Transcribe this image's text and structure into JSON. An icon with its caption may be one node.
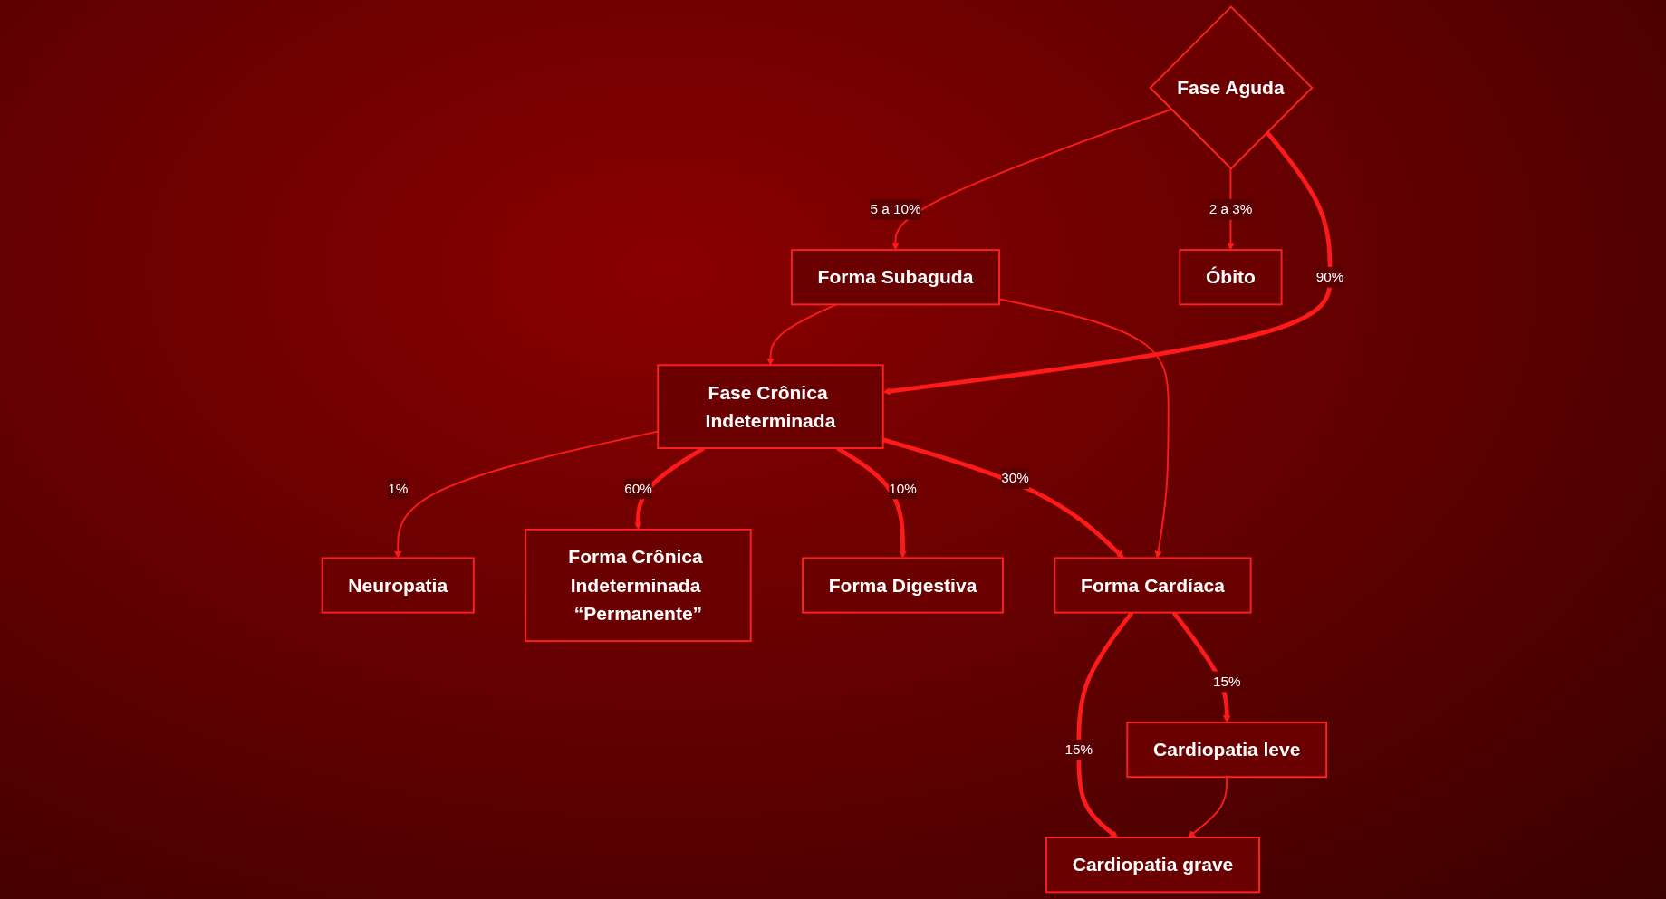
{
  "diagram": {
    "nodes": [
      {
        "text": [
          "Fase Aguda"
        ]
      },
      {
        "text": [
          "Forma Subaguda"
        ]
      },
      {
        "text": [
          "Óbito"
        ]
      },
      {
        "text": [
          "Fase Crônica Indeterminada"
        ]
      },
      {
        "text": [
          "Neuropatia"
        ]
      },
      {
        "text": [
          "Forma Crônica Indeterminada “Permanente”"
        ]
      },
      {
        "text": [
          "Forma Cardíaca"
        ]
      },
      {
        "text": [
          "Forma Digestiva"
        ]
      },
      {
        "text": [
          "Cardiopatia grave"
        ]
      },
      {
        "text": [
          "Cardiopatia leve"
        ]
      }
    ],
    "edges": [
      {
        "from": 0,
        "to": 1,
        "arrow": "to",
        "label": "5 a 10%"
      },
      {
        "from": 0,
        "to": 2,
        "arrow": "to",
        "label": "2 a 3%"
      },
      {
        "from": 0,
        "to": 3,
        "arrow": "to",
        "label": "90%",
        "style": "thick"
      },
      {
        "from": 1,
        "to": 3,
        "arrow": "to"
      },
      {
        "from": 1,
        "to": 6,
        "arrow": "to"
      },
      {
        "from": 3,
        "to": 4,
        "arrow": "to",
        "label": "1%"
      },
      {
        "from": 3,
        "to": 5,
        "arrow": "to",
        "label": "60%",
        "style": "thick"
      },
      {
        "from": 3,
        "to": 7,
        "arrow": "to",
        "label": "10%",
        "style": "thick"
      },
      {
        "from": 3,
        "to": 6,
        "arrow": "to",
        "label": "30%",
        "style": "thick"
      },
      {
        "from": 6,
        "to": 8,
        "arrow": "to",
        "label": "15%",
        "style": "thick"
      },
      {
        "from": 6,
        "to": 9,
        "arrow": "to",
        "label": "15%",
        "style": "thick"
      },
      {
        "from": 9,
        "to": 8,
        "arrow": "to"
      }
    ]
  }
}
